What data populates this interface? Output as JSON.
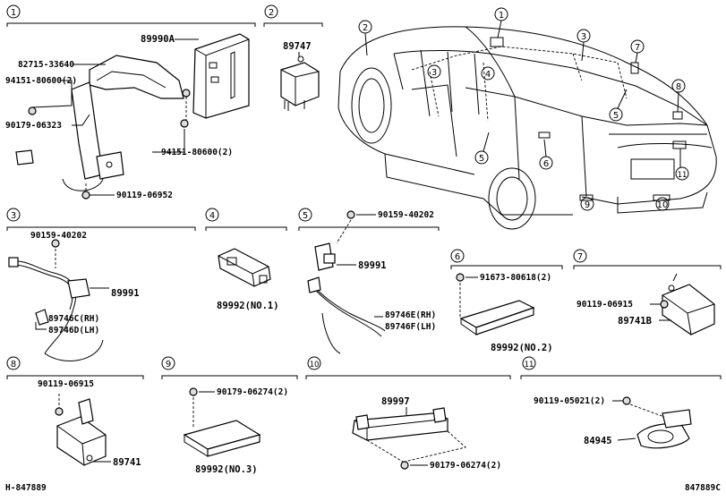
{
  "footer": {
    "left_code": "H-847889",
    "right_code": "847889C"
  },
  "callout_numbers": [
    "1",
    "2",
    "3",
    "4",
    "5",
    "6",
    "7",
    "8",
    "9",
    "10",
    "11"
  ],
  "sections": [
    {
      "number": "1",
      "parts": [
        "89990A",
        "82715-33640",
        "94151-80600(2)",
        "90179-06323",
        "94151-80600(2)",
        "90119-06952"
      ]
    },
    {
      "number": "2",
      "parts": [
        "89747"
      ]
    },
    {
      "number": "3",
      "parts": [
        "90159-40202",
        "89991",
        "89746C(RH)",
        "89746D(LH)"
      ]
    },
    {
      "number": "4",
      "parts": [
        "89992(NO.1)"
      ]
    },
    {
      "number": "5",
      "parts": [
        "90159-40202",
        "89991",
        "89746E(RH)",
        "89746F(LH)"
      ]
    },
    {
      "number": "6",
      "parts": [
        "91673-80618(2)",
        "89992(NO.2)"
      ]
    },
    {
      "number": "7",
      "parts": [
        "90119-06915",
        "89741B"
      ]
    },
    {
      "number": "8",
      "parts": [
        "90119-06915",
        "89741"
      ]
    },
    {
      "number": "9",
      "parts": [
        "90179-06274(2)",
        "89992(NO.3)"
      ]
    },
    {
      "number": "10",
      "parts": [
        "89997",
        "90179-06274(2)"
      ]
    },
    {
      "number": "11",
      "parts": [
        "90119-05021(2)",
        "84945"
      ]
    }
  ]
}
